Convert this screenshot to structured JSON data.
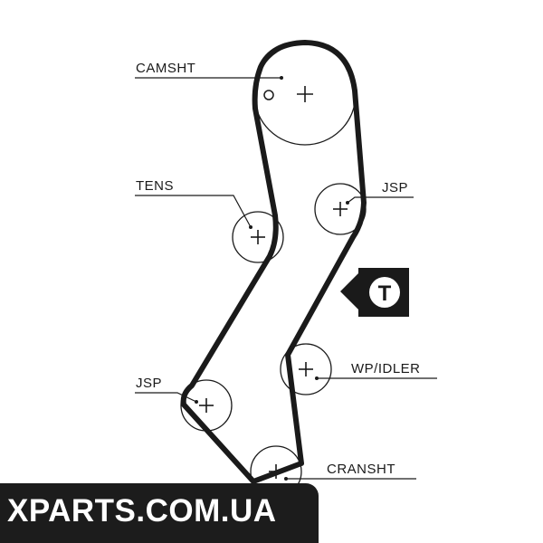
{
  "labels": {
    "camshaft": "CAMSHT",
    "tensioner": "TENS",
    "jsp_upper": "JSP",
    "jsp_lower": "JSP",
    "wp_idler": "WP/IDLER",
    "crankshaft": "CRANSHT"
  },
  "badge": {
    "letter": "T",
    "icon": "direction-arrow-badge"
  },
  "watermark": {
    "text": "XPARTS.COM.UA"
  },
  "colors": {
    "line": "#1a1a1a",
    "belt": "#1a1a1a",
    "watermark_bg": "#1c1c1c",
    "watermark_text": "#ffffff"
  }
}
